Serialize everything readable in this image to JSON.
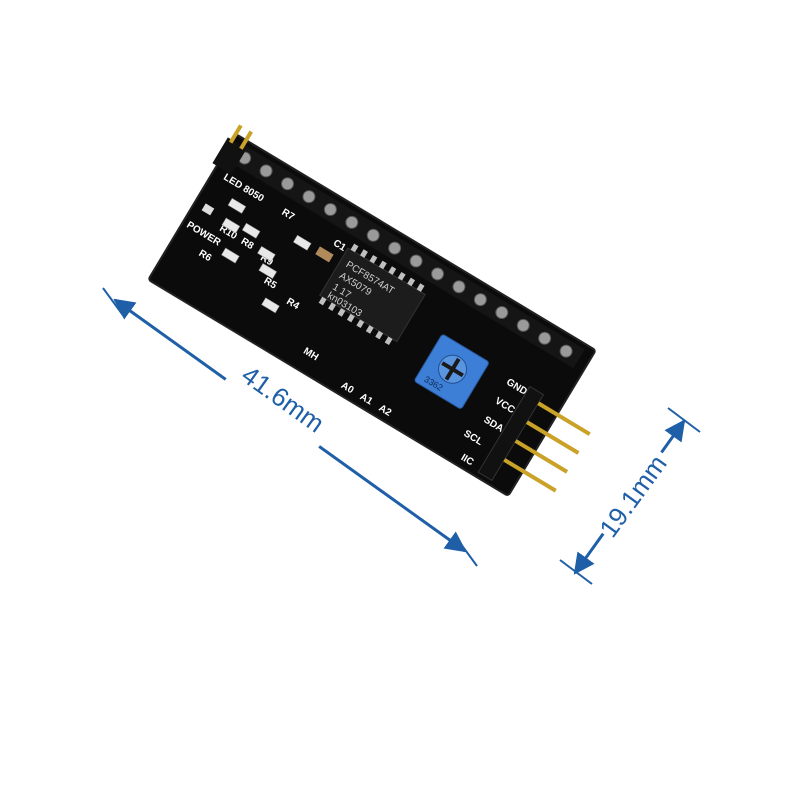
{
  "colors": {
    "dimension_line": "#1f5fa8",
    "pcb": "#0b0b0b",
    "pot": "#3d7fd6",
    "pin_gold": "#c9a227"
  },
  "dimensions": {
    "length_label": "41.6mm",
    "width_label": "19.1mm"
  },
  "board": {
    "labels": {
      "led": "LED 8050",
      "r7": "R7",
      "c1": "C1",
      "power": "POWER",
      "r10": "R10",
      "r8": "R8",
      "r9": "R9",
      "r6": "R6",
      "r5": "R5",
      "r4": "R4",
      "maker": "MH",
      "a0": "A0",
      "a1": "A1",
      "a2": "A2",
      "gnd": "GND",
      "vcc": "VCC",
      "sda": "SDA",
      "scl": "SCL",
      "iic": "IIC"
    },
    "chip_text": [
      "PCF8574AT",
      "AX5079",
      "1 17",
      "kn03103"
    ],
    "pot_label": "3362"
  }
}
